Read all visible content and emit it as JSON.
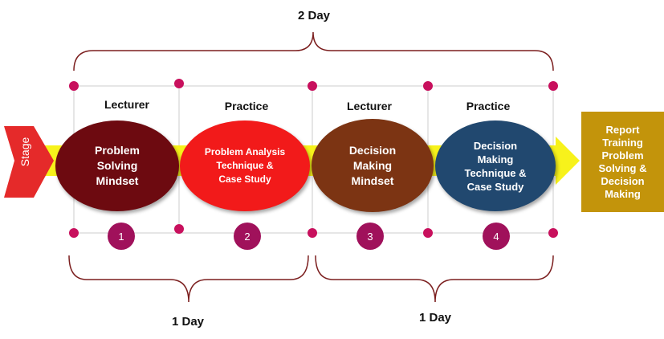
{
  "colors": {
    "arrow": "#f7f21b",
    "stage": "#e52a2a",
    "dot": "#c8105d",
    "badge": "#a0115b",
    "bracket": "#7b1e1e",
    "report": "#c3940b",
    "grid": "#cccccc"
  },
  "top_label": "2 Day",
  "bottom_labels": {
    "left": "1 Day",
    "right": "1 Day"
  },
  "stage_label": "Stage",
  "report_label": "Report\nTraining\nProblem\nSolving &\nDecision\nMaking",
  "columns": [
    {
      "type": "Lecturer",
      "title": "Problem\nSolving\nMindset",
      "number": "1",
      "color": "#6d0a10"
    },
    {
      "type": "Practice",
      "title": "Problem Analysis\nTechnique &\nCase Study",
      "number": "2",
      "color": "#f21a1a"
    },
    {
      "type": "Lecturer",
      "title": "Decision\nMaking\nMindset",
      "number": "3",
      "color": "#7c3413"
    },
    {
      "type": "Practice",
      "title": "Decision\nMaking\nTechnique &\nCase Study",
      "number": "4",
      "color": "#21486f"
    }
  ]
}
